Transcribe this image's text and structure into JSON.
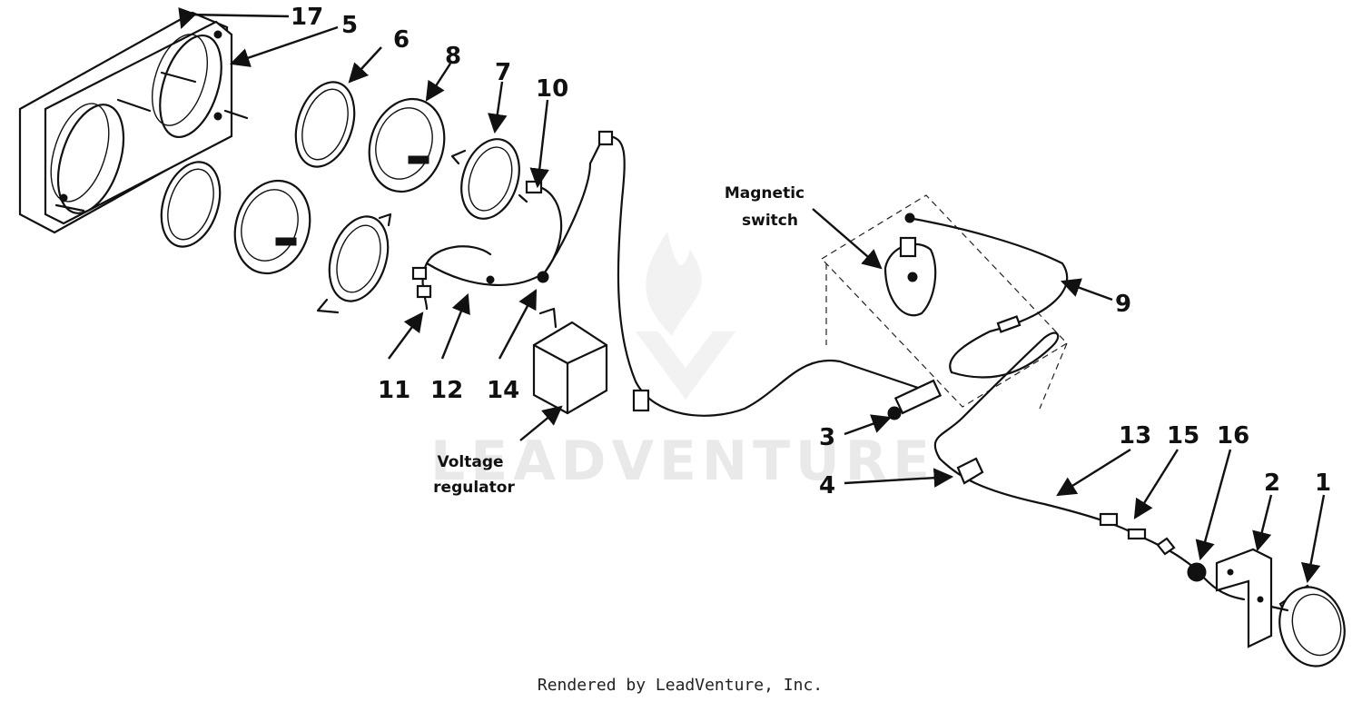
{
  "callouts": {
    "c1": "1",
    "c2": "2",
    "c3": "3",
    "c4": "4",
    "c5": "5",
    "c6": "6",
    "c7": "7",
    "c8": "8",
    "c9": "9",
    "c10": "10",
    "c11": "11",
    "c12": "12",
    "c13": "13",
    "c14": "14",
    "c15": "15",
    "c16": "16",
    "c17": "17"
  },
  "labels": {
    "magnetic_switch_line1": "Magnetic",
    "magnetic_switch_line2": "switch",
    "voltage_regulator_line1": "Voltage",
    "voltage_regulator_line2": "regulator"
  },
  "footer": "Rendered by LeadVenture, Inc.",
  "watermark": "LEADVENTURE",
  "colors": {
    "ink": "#111111",
    "watermark": "#e9e9e9",
    "background": "#ffffff"
  }
}
